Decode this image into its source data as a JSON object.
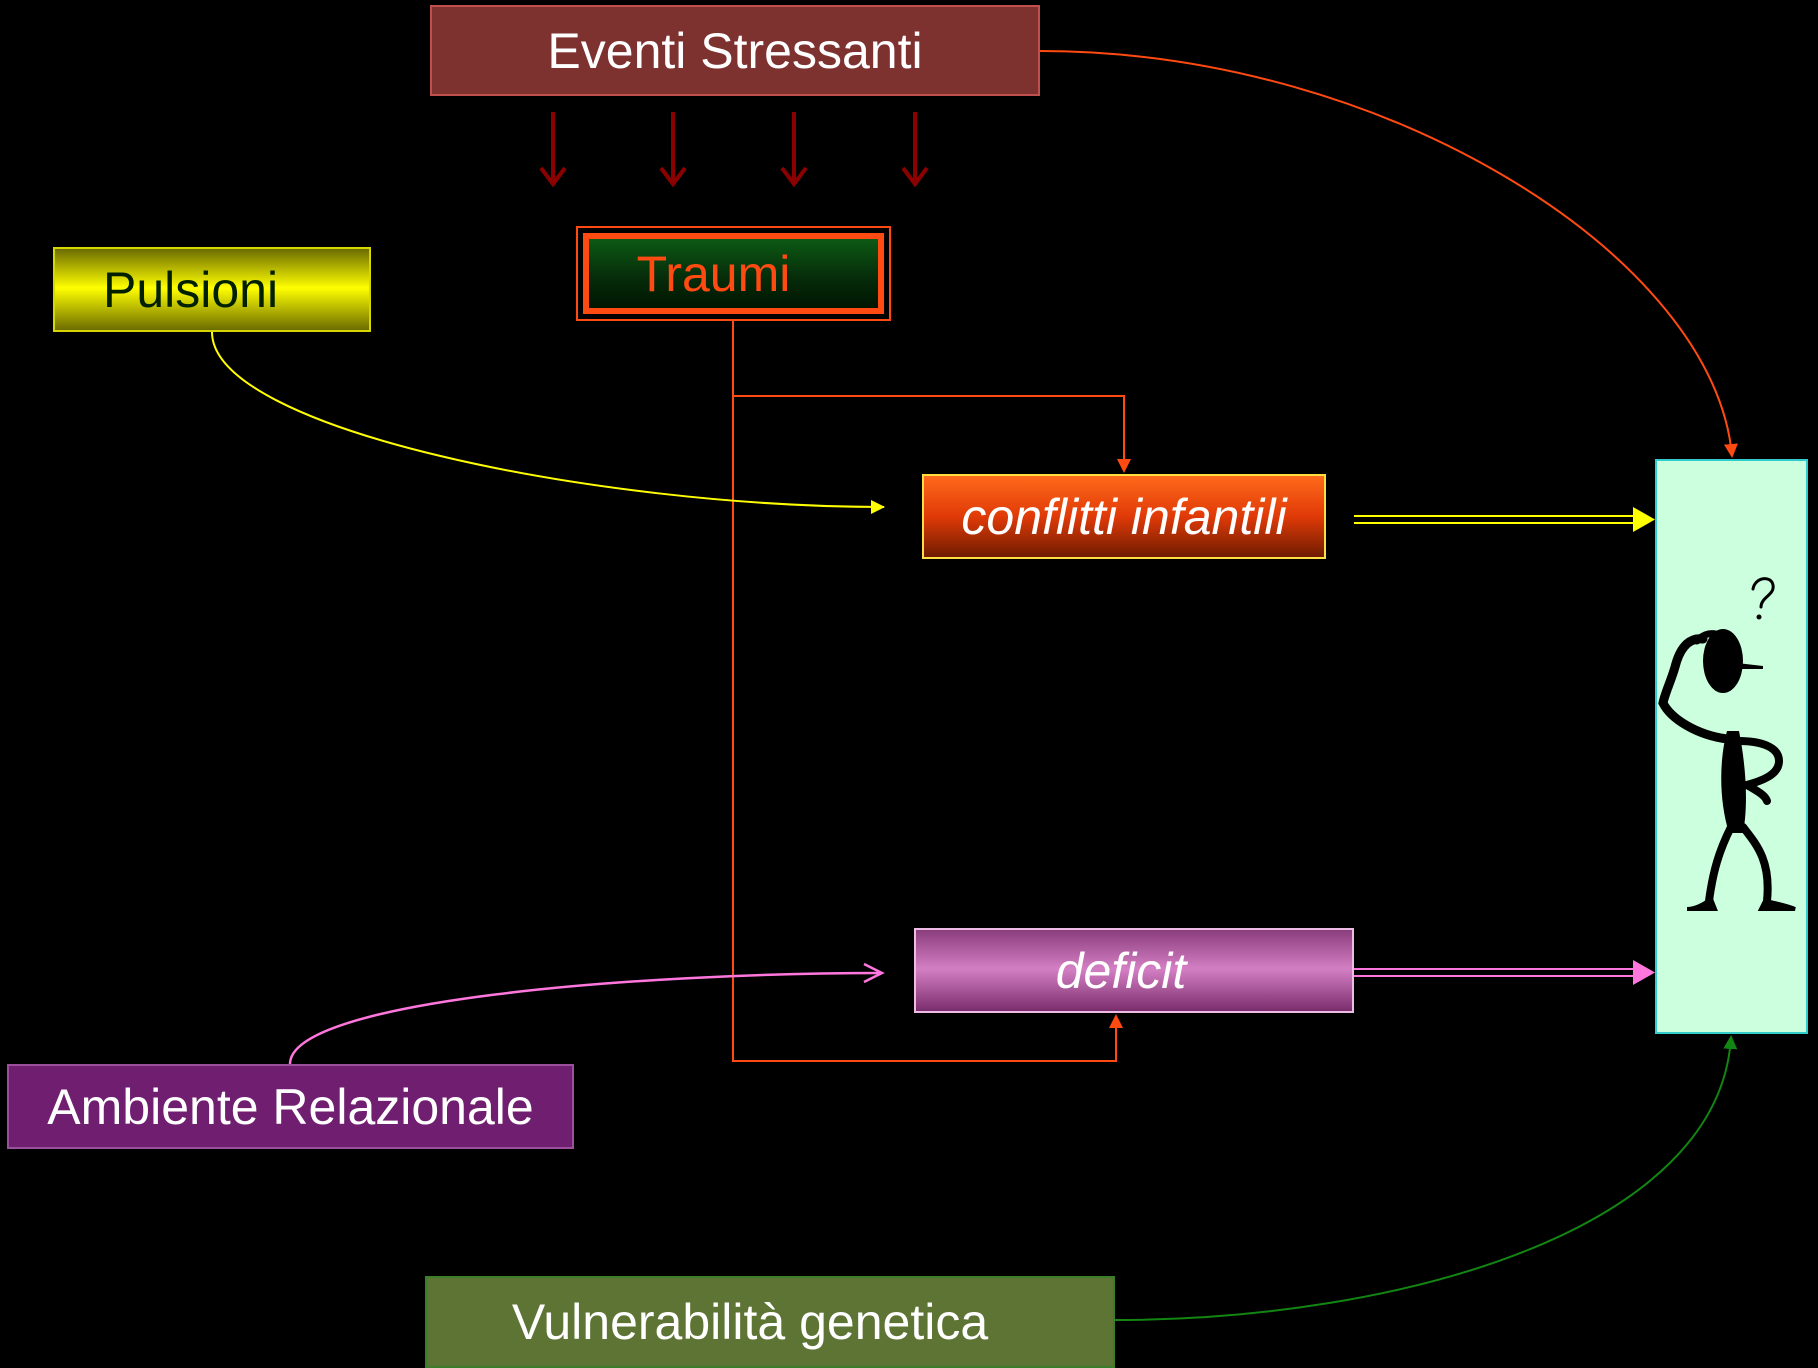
{
  "diagram": {
    "nodes": {
      "eventi_stressanti": {
        "label": "Eventi Stressanti"
      },
      "traumi": {
        "label": "Traumi"
      },
      "pulsioni": {
        "label": "Pulsioni"
      },
      "conflitti_infantili": {
        "label": "conflitti infantili"
      },
      "deficit": {
        "label": "deficit"
      },
      "ambiente_relazionale": {
        "label": "Ambiente Relazionale"
      },
      "vulnerabilita_genetica": {
        "label": "Vulnerabilità genetica"
      },
      "person": {
        "icon": "confused-person-icon"
      }
    },
    "edges": [
      {
        "from": "eventi_stressanti",
        "to": "traumi",
        "style": "four-arrows",
        "color": "#8b0000"
      },
      {
        "from": "eventi_stressanti",
        "to": "person",
        "color": "#ff4a12"
      },
      {
        "from": "traumi",
        "to": "conflitti_infantili",
        "color": "#ff4a12"
      },
      {
        "from": "traumi",
        "to": "deficit",
        "color": "#ff4a12"
      },
      {
        "from": "pulsioni",
        "to": "conflitti_infantili",
        "color": "#ffff00"
      },
      {
        "from": "ambiente_relazionale",
        "to": "deficit",
        "color": "#ff77dd"
      },
      {
        "from": "conflitti_infantili",
        "to": "person",
        "style": "double",
        "color": "#ffff00"
      },
      {
        "from": "deficit",
        "to": "person",
        "style": "double",
        "color": "#ff77dd"
      },
      {
        "from": "vulnerabilita_genetica",
        "to": "person",
        "color": "#128512"
      }
    ]
  },
  "colors": {
    "background": "#000000",
    "eventi": "#7d3230",
    "traumi_text": "#ff4a12",
    "pulsioni": "#ffff00",
    "conflitti": "#e03a08",
    "deficit": "#c771b8",
    "ambiente": "#701f70",
    "vulnerabilita": "#5e7434",
    "person_box": "#ccffdd"
  }
}
